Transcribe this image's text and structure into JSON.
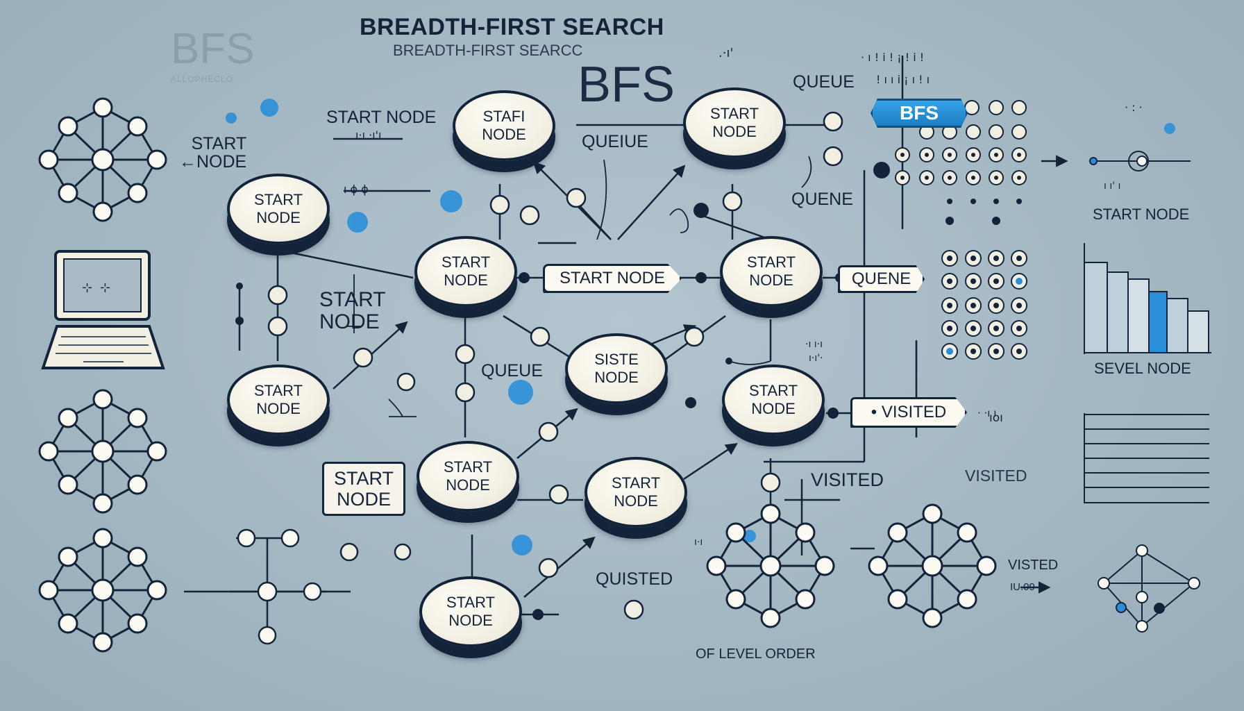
{
  "title": "BREADTH-FIRST SEARCH",
  "subtitle": "BREADTH-FIRST SEARCC",
  "acronym": "BFS",
  "ghost_logo": "BFS",
  "ghost_caption": "ALLOPHECLO",
  "nodes": [
    {
      "label": "STAFI\nNODE"
    },
    {
      "label": "START\nNODE"
    },
    {
      "label": "START\nNODE"
    },
    {
      "label": "START\nNODE"
    },
    {
      "label": "START\nNODE"
    },
    {
      "label": "START\nNODE"
    },
    {
      "label": "SISTE\nNODE"
    },
    {
      "label": "START\nNODE"
    },
    {
      "label": "START\nNODE"
    },
    {
      "label": "START\nNODE"
    },
    {
      "label": "START\nNODE"
    }
  ],
  "labels": {
    "start_node_top": "START NODE",
    "start_node_left": "START\n←NODE",
    "start_node_mid": "START\nNODE",
    "start_node_box": "START\nNODE",
    "queue_top": "QUEUE",
    "queue_mid": "QUEIUE",
    "queue_right": "QUENE",
    "queue_lower": "QUEUE",
    "visited_mid": "VISITED",
    "visited_right": "VISITED",
    "visited_small": "VISTED",
    "visited_small_sub": "IU.09 →",
    "quisted": "QUISTED",
    "level_order": "OF LEVEL ORDER",
    "start_node_far": "START NODE",
    "sevel_node": "SEVEL NODE"
  },
  "pills": {
    "center": "START NODE",
    "queue": "QUENE",
    "bfs": "BFS",
    "visited": "• VISITED"
  },
  "colors": {
    "ink": "#13233a",
    "accent": "#2a8fd8",
    "node_fill": "#f3f0e4",
    "background": "#a9bcc6"
  },
  "icons": [
    "laptop-icon",
    "graph-network-icon",
    "bar-chart-icon",
    "lined-panel-icon"
  ]
}
